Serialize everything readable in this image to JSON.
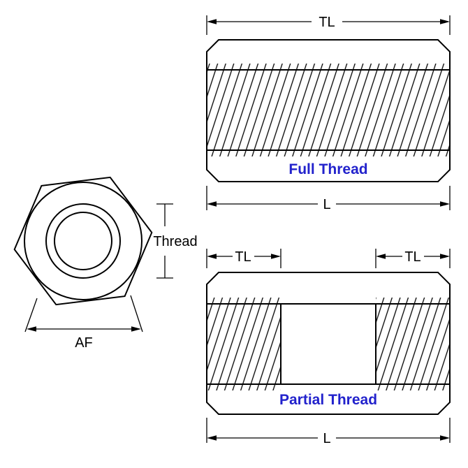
{
  "figure": {
    "background_color": "#ffffff",
    "line_color": "#000000",
    "caption_color": "#2222cc",
    "front_view": {
      "thread_label": "Thread",
      "across_flats_label": "AF"
    },
    "full_thread_view": {
      "caption": "Full Thread",
      "thread_length_label": "TL",
      "overall_length_label": "L"
    },
    "partial_thread_view": {
      "caption": "Partial Thread",
      "left_thread_length_label": "TL",
      "right_thread_length_label": "TL",
      "overall_length_label": "L"
    }
  }
}
